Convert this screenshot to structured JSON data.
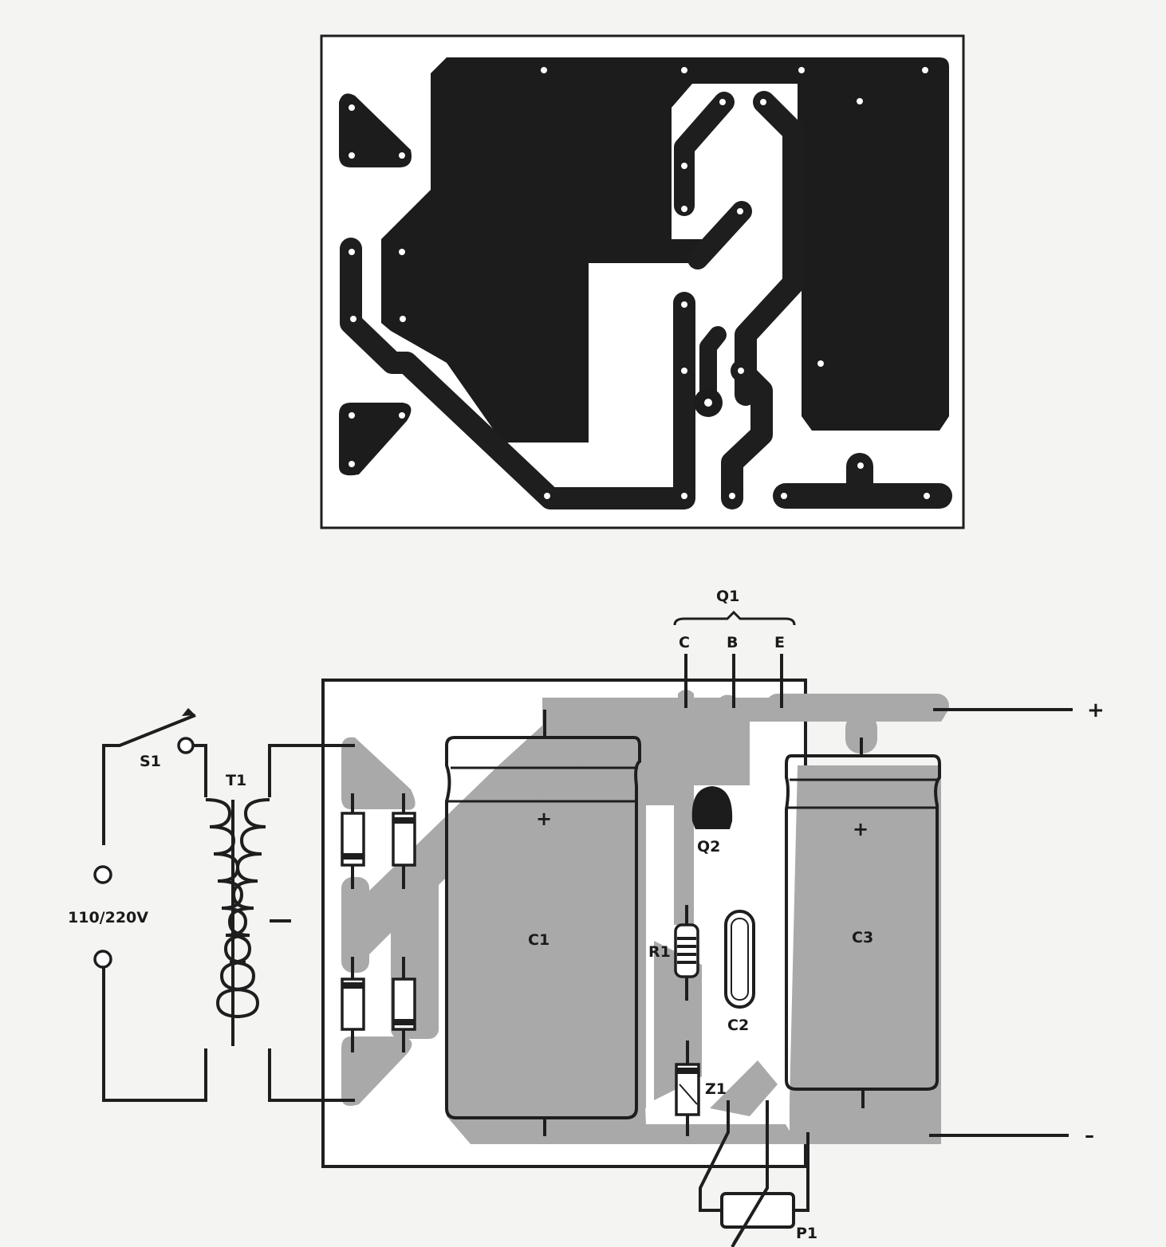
{
  "figure": {
    "pcb_layout": {
      "title": "copper-side PCB layout",
      "colors": {
        "copper": "#1c1c1c",
        "board": "#ffffff",
        "outline": "#1e1e1e"
      }
    },
    "assembly": {
      "title": "component placement and wiring",
      "colors": {
        "copper_shadow": "#a9a9a9",
        "board": "#ffffff",
        "ink": "#1e1e1e"
      },
      "labels": {
        "switch": "S1",
        "transformer": "T1",
        "mains": "110/220V",
        "transistor_q1": "Q1",
        "q1_collector": "C",
        "q1_base": "B",
        "q1_emitter": "E",
        "transistor_q2": "Q2",
        "capacitor_c1": "C1",
        "capacitor_c2": "C2",
        "capacitor_c3": "C3",
        "resistor_r1": "R1",
        "zener_z1": "Z1",
        "potentiometer_p1": "P1",
        "c1_polarity": "+",
        "c3_polarity": "+",
        "output_positive": "+",
        "output_negative": "–"
      }
    }
  }
}
